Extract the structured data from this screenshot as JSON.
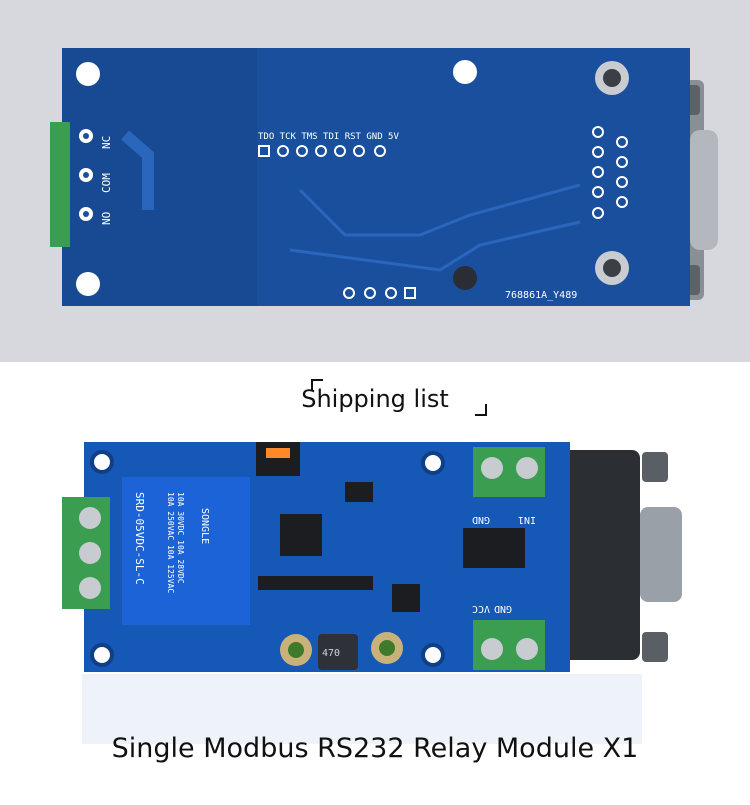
{
  "shipping_label": "Shipping list",
  "product_label": "Single Modbus RS232 Relay Module X1",
  "top_board": {
    "header_pins": "TDO TCK TMS TDI RST GND 5V",
    "terminal_nc": "NC",
    "terminal_com": "COM",
    "terminal_no": "NO",
    "serial": "768861A_Y489"
  },
  "front_board": {
    "relay_brand": "SONGLE",
    "relay_model": "SRD-05VDC-SL-C",
    "relay_rating_1": "10A 250VAC  10A 125VAC",
    "relay_rating_2": "10A 30VDC  10A 28VDC",
    "terminal_gnd_top": "GND",
    "terminal_in1": "IN1",
    "terminal_gnd_bottom": "GND",
    "terminal_vcc": "VCC",
    "inductor": "470"
  },
  "colors": {
    "pcb": "#1a4f9e",
    "pcb_front": "#1558b5",
    "terminal": "#3a9d4f",
    "background_top": "#d6d8dd"
  }
}
